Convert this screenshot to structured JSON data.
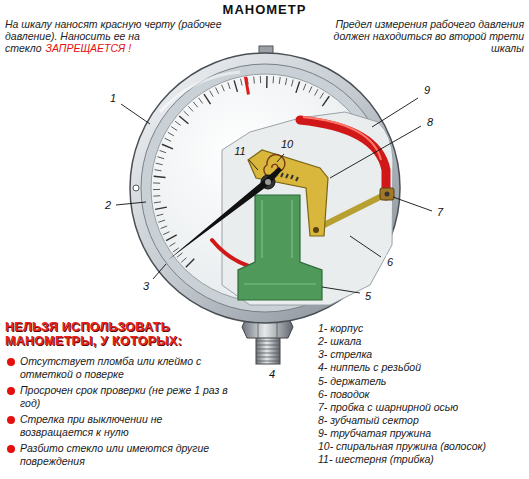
{
  "diagram": {
    "title": "МАНОМЕТР",
    "labels": [
      "На шкалу наносят красную черту (рабочее давление). Наносить ее на стекло",
      "ЗАПРЕЩАЕТСЯ !",
      "Предел измерения рабочего давления должен находиться во второй трети шкалы",
      "1",
      "2",
      "3",
      "4",
      "5",
      "6",
      "7",
      "8",
      "9",
      "10",
      "11",
      "НЕЛЬЗЯ ИСПОЛЬЗОВАТЬ МАНОМЕТРЫ, У КОТОРЫХ:",
      "Отсутствует пломба или клеймо с отметкой о поверке",
      "Просрочен срок проверки (не реже 1 раз в год)",
      "Стрелка при выключении не возвращается к нулю",
      "Разбито стекло или имеются другие повреждения",
      "1- корпус",
      "2- шкала",
      "3- стрелка",
      "4- ниппель с резьбой",
      "5- держатель",
      "6- поводок",
      "7- пробка с шарнирной осью",
      "8- зубчатый сектор",
      "9- трубчатая пружина",
      "10- спиральная пружина (волосок)",
      "11- шестерня (трибка)"
    ]
  }
}
